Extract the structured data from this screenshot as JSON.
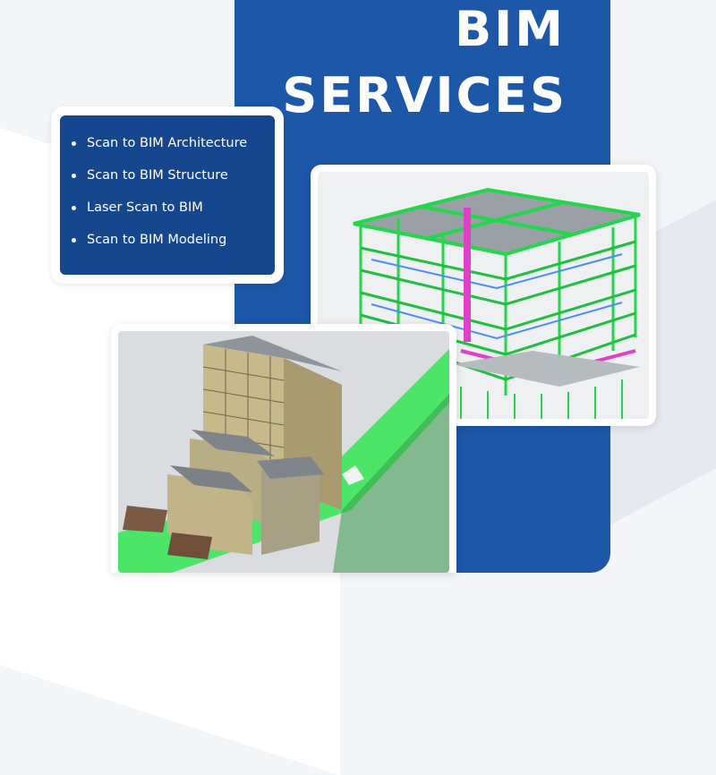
{
  "title": {
    "line1": "BIM",
    "line2": "SERVICES"
  },
  "services": [
    "Scan to BIM Architecture",
    "Scan to BIM Structure",
    "Laser Scan to BIM",
    "Scan to BIM Modeling"
  ],
  "colors": {
    "brand_blue": "#1d57a7",
    "list_blue": "#16468e",
    "model_green": "#22d84a",
    "model_magenta": "#e040c8",
    "background": "#f4f5f9"
  },
  "images": {
    "top_right": "building-structure-model-icon",
    "bottom_left": "building-exterior-model-icon"
  }
}
